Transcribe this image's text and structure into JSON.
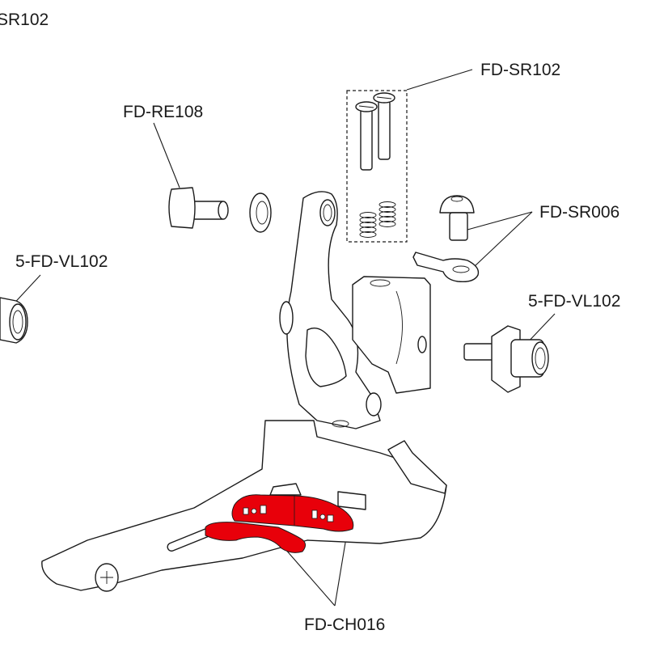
{
  "diagram": {
    "title": "Front derailleur exploded parts view",
    "highlight_color": "#e8000a",
    "line_color": "#1a1a1a",
    "labels": {
      "top_left_partial": "SR102",
      "fd_sr102": "FD-SR102",
      "fd_re108": "FD-RE108",
      "fd_sr006": "FD-SR006",
      "vl102_left": "5-FD-VL102",
      "vl102_right": "5-FD-VL102",
      "fd_ch016": "FD-CH016"
    },
    "parts": [
      {
        "id": "fd-sr102",
        "description": "two pin screws and two springs (boxed kit)"
      },
      {
        "id": "fd-re108",
        "description": "bolt and washer"
      },
      {
        "id": "fd-sr006",
        "description": "button-head screw and stop plate"
      },
      {
        "id": "5-fd-vl102",
        "description": "mounting bolt with nut"
      },
      {
        "id": "fd-ch016",
        "description": "chain guide plates (highlighted red)"
      }
    ]
  }
}
